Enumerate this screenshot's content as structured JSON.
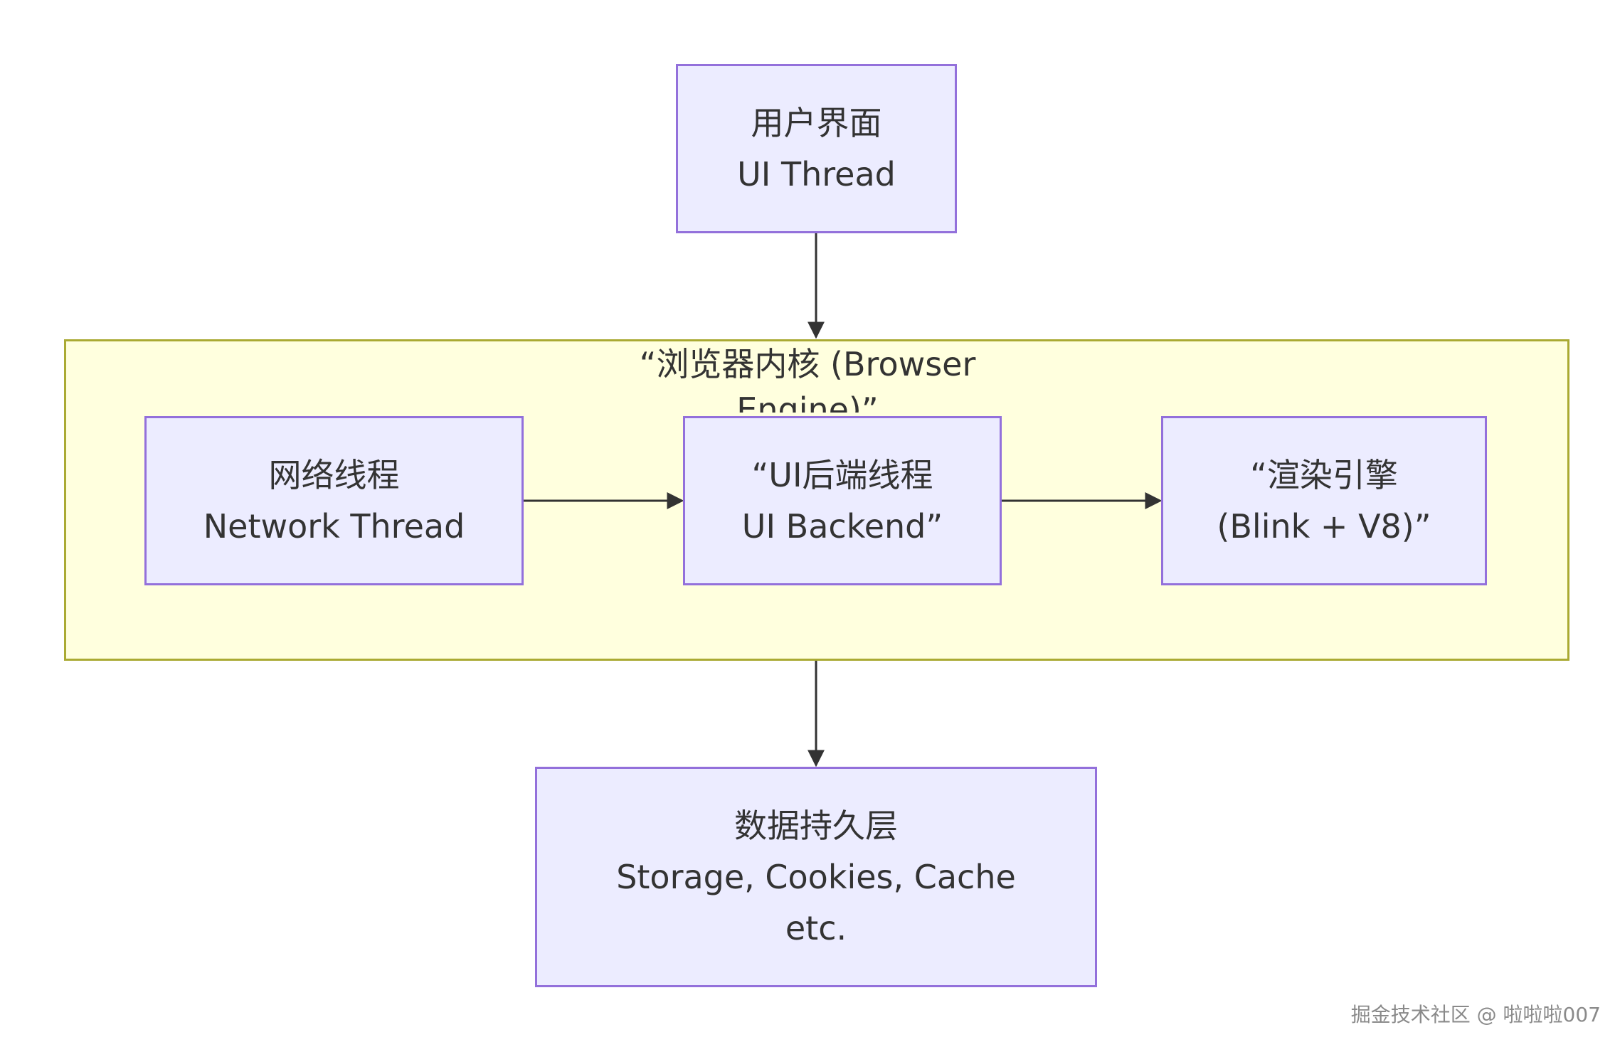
{
  "diagram": {
    "nodes": {
      "ui_thread": {
        "line1": "用户界面",
        "line2": "UI Thread"
      },
      "network_thread": {
        "line1": "网络线程",
        "line2": "Network Thread"
      },
      "ui_backend": {
        "line1": "“UI后端线程",
        "line2": "UI Backend”"
      },
      "render_engine": {
        "line1": "“渲染引擎",
        "line2": "(Blink + V8)”"
      },
      "persistence": {
        "line1": "数据持久层",
        "line2": "Storage, Cookies, Cache",
        "line3": "etc."
      }
    },
    "cluster": {
      "title_line1": "“浏览器内核 (Browser",
      "title_line2": "Engine)”"
    }
  },
  "watermark": "掘金技术社区 @ 啦啦啦007",
  "colors": {
    "node_fill": "#ececff",
    "node_border": "#9370db",
    "cluster_fill": "#ffffde",
    "cluster_border": "#aaaa33",
    "edge": "#333333"
  }
}
